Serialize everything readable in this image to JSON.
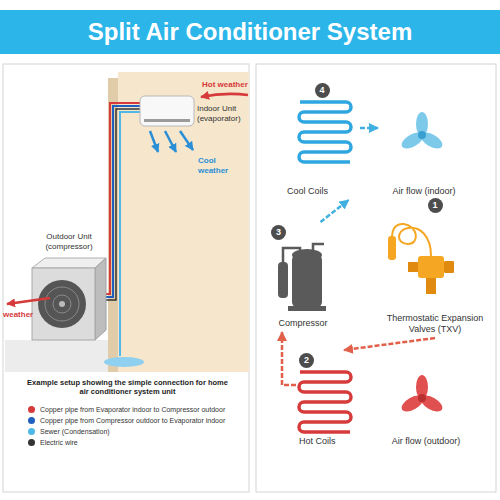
{
  "diagram": {
    "title": "Split Air Conditioner System",
    "caption": "Example setup showing the simple connection for home air conditioner system unit",
    "nodes": [
      {
        "text": [
          "4",
          "Cool Coils"
        ]
      },
      {
        "text": [
          "Air flow (indoor)"
        ]
      },
      {
        "text": [
          "3",
          "Compressor"
        ]
      },
      {
        "text": [
          "1",
          "Thermostatic Expansion Valves (TXV)"
        ]
      },
      {
        "text": [
          "2",
          "Hot Coils"
        ]
      },
      {
        "text": [
          "Air flow (outdoor)"
        ]
      }
    ],
    "edges": [
      {
        "from": 2,
        "to": 0,
        "arrow": "to"
      },
      {
        "from": 0,
        "to": 1,
        "arrow": "to"
      },
      {
        "from": 3,
        "to": 4,
        "arrow": "to"
      },
      {
        "from": 4,
        "to": 2,
        "arrow": "to"
      }
    ],
    "labels": [
      "Hot weather",
      "Indoor Unit (evaporator)",
      "Cool weather",
      "Outdoor Unit (compressor)",
      "weather"
    ],
    "legend": [
      {
        "text": "Copper pipe from Evaporator indoor to Compressor outdoor",
        "color": "#d63a3a"
      },
      {
        "text": "Copper pipe from Compressor outdoor to Evaporator indoor",
        "color": "#1f5fbf"
      },
      {
        "text": "Sewer (Condensation)",
        "color": "#4fb8e8"
      },
      {
        "text": "Electric wire",
        "color": "#333333"
      }
    ]
  }
}
